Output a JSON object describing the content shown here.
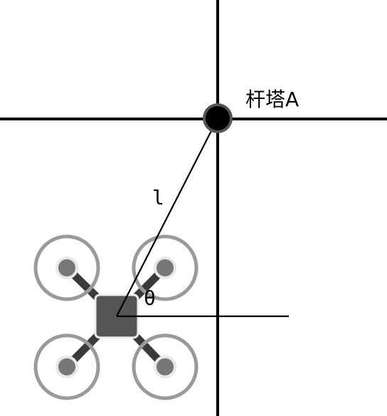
{
  "labels": {
    "tower": "杆塔A",
    "distance": "l",
    "angle": "θ"
  },
  "colors": {
    "background": "#ffffff",
    "axis_line": "#000000",
    "tower_fill": "#000000",
    "tower_ring": "#555555",
    "drone_body": "#555555",
    "drone_body_border": "#eeeeee",
    "drone_arm": "#3a3a3a",
    "drone_rotor_ring": "#9a9a9a",
    "drone_rotor_hub": "#777777",
    "drone_hub_ring": "#e8e8e8"
  },
  "icons": {
    "tower": "tower-node-icon",
    "drone": "quadcopter-drone-icon"
  }
}
